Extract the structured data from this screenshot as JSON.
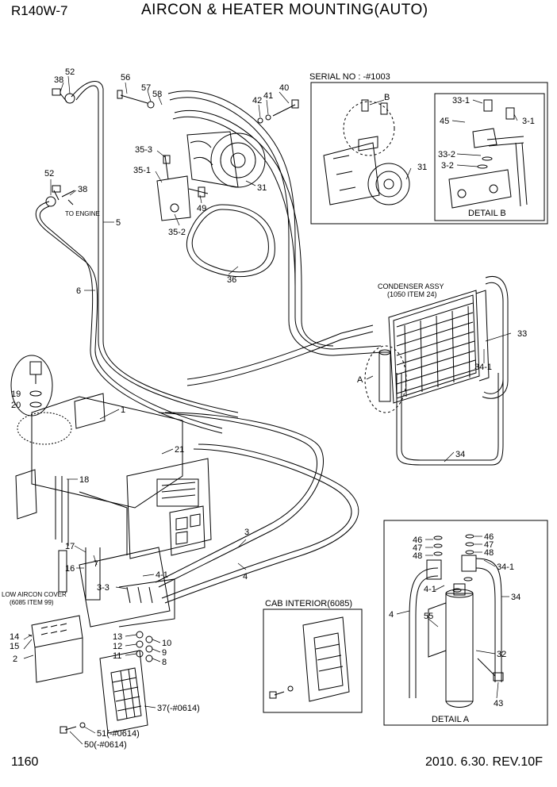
{
  "header": {
    "model": "R140W-7",
    "title": "AIRCON & HEATER MOUNTING(AUTO)"
  },
  "footer": {
    "page": "1160",
    "revision": "2010. 6.30.  REV.10F"
  },
  "callouts": {
    "c52a": "52",
    "c38a": "38",
    "c56": "56",
    "c57": "57",
    "c58": "58",
    "c40": "40",
    "c42": "42",
    "c41": "41",
    "c35_3": "35-3",
    "c35_1": "35-1",
    "c35_2": "35-2",
    "c49": "49",
    "c31": "31",
    "c52b": "52",
    "c38b": "38",
    "c5": "5",
    "c6": "6",
    "c36": "36",
    "c1": "1",
    "c19": "19",
    "c20": "20",
    "c21": "21",
    "c18": "18",
    "c17": "17",
    "c16": "16",
    "c7": "7",
    "c4_1": "4-1",
    "c3_3": "3-3",
    "c3": "3",
    "c4": "4",
    "c13": "13",
    "c12": "12",
    "c11": "11",
    "c10": "10",
    "c9": "9",
    "c8": "8",
    "c14": "14",
    "c15": "15",
    "c2": "2",
    "c37": "37(-#0614)",
    "c51": "51(-#0614)",
    "c50": "50(-#0614)",
    "c33": "33",
    "c34_1": "34-1",
    "cA": "A",
    "c34": "34",
    "b31": "31",
    "bB": "B",
    "b33_1": "33-1",
    "b45": "45",
    "b3_1": "3-1",
    "b33_2": "33-2",
    "b3_2": "3-2",
    "d46a": "46",
    "d47a": "47",
    "d48a": "48",
    "d46b": "46",
    "d47b": "47",
    "d48b": "48",
    "d34_1": "34-1",
    "d4_1": "4-1",
    "d34": "34",
    "d4": "4",
    "d55": "55",
    "d32": "32",
    "d43": "43"
  },
  "labels": {
    "to_engine": "TO ENGINE",
    "serial_no": "SERIAL NO : -#1003",
    "detail_b": "DETAIL B",
    "condenser_assy": "CONDENSER ASSY",
    "condenser_item": "(1050 ITEM 24)",
    "low_aircon_cover": "LOW AIRCON COVER",
    "low_aircon_item": "(6085 ITEM 99)",
    "cab_interior": "CAB INTERIOR(6085)",
    "detail_a": "DETAIL A"
  },
  "colors": {
    "line": "#000000",
    "background": "#ffffff"
  }
}
